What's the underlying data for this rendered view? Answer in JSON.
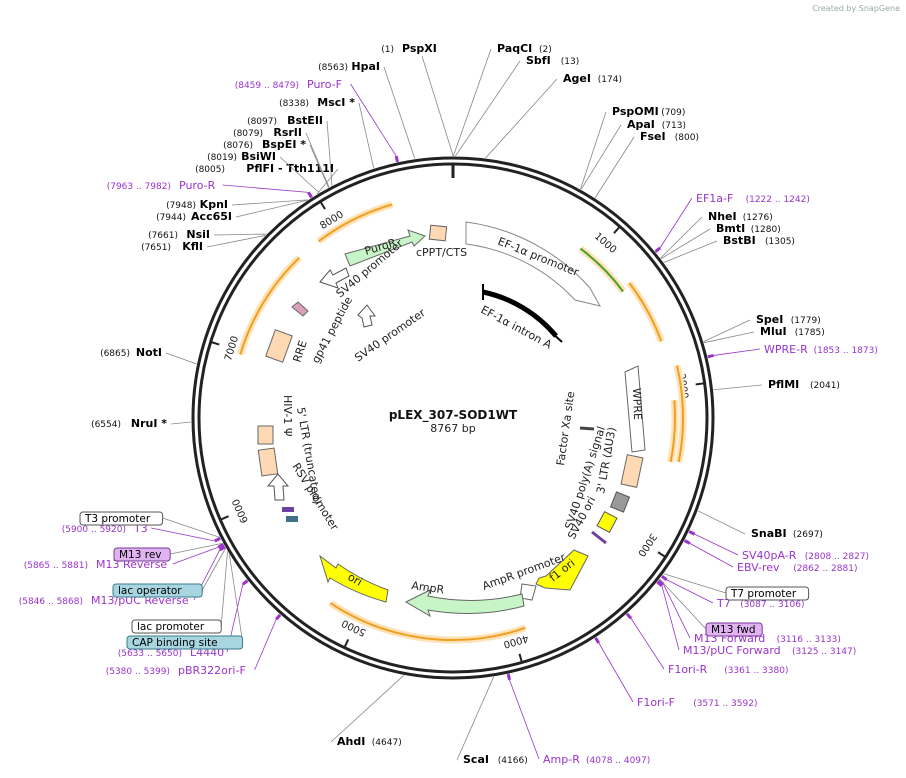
{
  "app": {
    "watermark": "Created by SnapGene"
  },
  "plasmid": {
    "name": "pLEX_307-SOD1WT",
    "size_label": "8767 bp",
    "length": 8767
  },
  "colors": {
    "primer": "#9933cc",
    "backbone": "#222222",
    "cut": "#000000",
    "feature_green": "#c8f5c8",
    "feature_yellow": "#ffff00",
    "feature_orange": "#ffd9b3",
    "orf": "#f0a020"
  },
  "ticks": [
    {
      "pos": 1000,
      "label": "1000"
    },
    {
      "pos": 2000,
      "label": "2000"
    },
    {
      "pos": 3000,
      "label": "3000"
    },
    {
      "pos": 4000,
      "label": "4000"
    },
    {
      "pos": 5000,
      "label": "5000"
    },
    {
      "pos": 6000,
      "label": "6000"
    },
    {
      "pos": 7000,
      "label": "7000"
    },
    {
      "pos": 8000,
      "label": "8000"
    }
  ],
  "enzymes": [
    {
      "name": "PspXI",
      "pos": "(1)",
      "site": 1
    },
    {
      "name": "PaqCI",
      "pos": "(2)",
      "site": 2
    },
    {
      "name": "SbfI",
      "pos": "(13)",
      "site": 13
    },
    {
      "name": "AgeI",
      "pos": "(174)",
      "site": 174
    },
    {
      "name": "PspOMI",
      "pos": "(709)",
      "site": 709
    },
    {
      "name": "ApaI",
      "pos": "(713)",
      "site": 713
    },
    {
      "name": "FseI",
      "pos": "(800)",
      "site": 800
    },
    {
      "name": "NheI",
      "pos": "(1276)",
      "site": 1276
    },
    {
      "name": "BmtI",
      "pos": "(1280)",
      "site": 1280
    },
    {
      "name": "BstBI",
      "pos": "(1305)",
      "site": 1305
    },
    {
      "name": "SpeI",
      "pos": "(1779)",
      "site": 1779
    },
    {
      "name": "MluI",
      "pos": "(1785)",
      "site": 1785
    },
    {
      "name": "PflMI",
      "pos": "(2041)",
      "site": 2041
    },
    {
      "name": "SnaBI",
      "pos": "(2697)",
      "site": 2697
    },
    {
      "name": "ScaI",
      "pos": "(4166)",
      "site": 4166
    },
    {
      "name": "AhdI",
      "pos": "(4647)",
      "site": 4647
    },
    {
      "name": "NruI *",
      "pos": "(6554)",
      "site": 6554
    },
    {
      "name": "NotI",
      "pos": "(6865)",
      "site": 6865
    },
    {
      "name": "KflI",
      "pos": "(7651)",
      "site": 7651
    },
    {
      "name": "NsiI",
      "pos": "(7661)",
      "site": 7661
    },
    {
      "name": "Acc65I",
      "pos": "(7944)",
      "site": 7944
    },
    {
      "name": "KpnI",
      "pos": "(7948)",
      "site": 7948
    },
    {
      "name": "PflFI - Tth111I",
      "pos": "(8005)",
      "site": 8005
    },
    {
      "name": "BsiWI",
      "pos": "(8019)",
      "site": 8019
    },
    {
      "name": "BspEI *",
      "pos": "(8076)",
      "site": 8076
    },
    {
      "name": "RsrII",
      "pos": "(8079)",
      "site": 8079
    },
    {
      "name": "BstEII",
      "pos": "(8097)",
      "site": 8097
    },
    {
      "name": "MscI *",
      "pos": "(8338)",
      "site": 8338
    },
    {
      "name": "HpaI",
      "pos": "(8563)",
      "site": 8563
    }
  ],
  "primers": [
    {
      "name": "Puro-F",
      "range": "(8459 .. 8479)",
      "site": 8469
    },
    {
      "name": "Puro-R",
      "range": "(7963 .. 7982)",
      "site": 7972
    },
    {
      "name": "EF1a-F",
      "range": "(1222 .. 1242)",
      "site": 1232
    },
    {
      "name": "WPRE-R",
      "range": "(1853 .. 1873)",
      "site": 1863
    },
    {
      "name": "SV40pA-R",
      "range": "(2808 .. 2827)",
      "site": 2817
    },
    {
      "name": "EBV-rev",
      "range": "(2862 .. 2881)",
      "site": 2871
    },
    {
      "name": "T7",
      "range": "(3087 .. 3106)",
      "site": 3096
    },
    {
      "name": "M13 Forward",
      "range": "(3116 .. 3133)",
      "site": 3124
    },
    {
      "name": "M13/pUC Forward",
      "range": "(3125 .. 3147)",
      "site": 3136
    },
    {
      "name": "F1ori-R",
      "range": "(3361 .. 3380)",
      "site": 3370
    },
    {
      "name": "F1ori-F",
      "range": "(3571 .. 3592)",
      "site": 3581
    },
    {
      "name": "Amp-R",
      "range": "(4078 .. 4097)",
      "site": 4087
    },
    {
      "name": "pBR322ori-F",
      "range": "(5380 .. 5399)",
      "site": 5389
    },
    {
      "name": "L4440",
      "range": "(5633 .. 5650)",
      "site": 5641
    },
    {
      "name": "M13/pUC Reverse",
      "range": "(5846 .. 5868)",
      "site": 5857
    },
    {
      "name": "M13 Reverse",
      "range": "(5865 .. 5881)",
      "site": 5873
    },
    {
      "name": "T3",
      "range": "(5900 .. 5920)",
      "site": 5910
    }
  ],
  "boxed": [
    {
      "name": "T7 promoter",
      "style": "plain",
      "site": 3080
    },
    {
      "name": "M13 fwd",
      "style": "purple",
      "site": 3116
    },
    {
      "name": "T3 promoter",
      "style": "plain",
      "site": 5915
    },
    {
      "name": "M13 rev",
      "style": "purple",
      "site": 5880
    },
    {
      "name": "lac operator",
      "style": "teal",
      "site": 5850
    },
    {
      "name": "lac promoter",
      "style": "plain",
      "site": 5830
    },
    {
      "name": "CAP binding site",
      "style": "teal",
      "site": 5810
    }
  ],
  "features": [
    {
      "name": "EF-1α promoter"
    },
    {
      "name": "EF-1α intron A"
    },
    {
      "name": "cPPT/CTS"
    },
    {
      "name": "PuroR"
    },
    {
      "name": "SV40 promoter"
    },
    {
      "name": "SV40 promoter"
    },
    {
      "name": "gp41 peptide"
    },
    {
      "name": "RRE"
    },
    {
      "name": "WPRE"
    },
    {
      "name": "Factor Xa site"
    },
    {
      "name": "3' LTR (ΔU3)"
    },
    {
      "name": "SV40 poly(A) signal"
    },
    {
      "name": "SV40 ori"
    },
    {
      "name": "f1 ori"
    },
    {
      "name": "AmpR promoter"
    },
    {
      "name": "AmpR"
    },
    {
      "name": "ori"
    },
    {
      "name": "RSV promoter"
    },
    {
      "name": "5' LTR (truncated)"
    },
    {
      "name": "HIV-1 Ψ"
    }
  ]
}
